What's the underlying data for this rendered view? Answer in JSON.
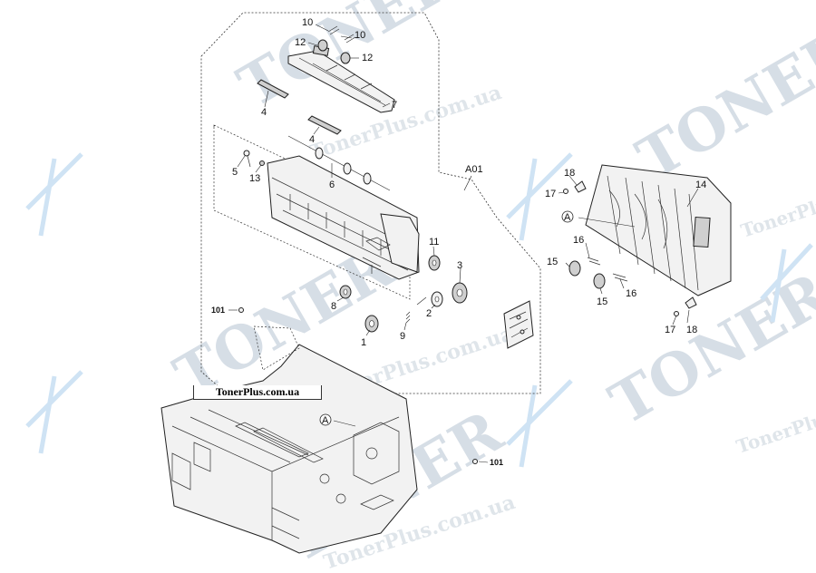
{
  "watermark": {
    "brand_short": "TONER",
    "brand_url": "TonerPlus.com.ua",
    "brand_word": "TonerPlus"
  },
  "caption_box": "TonerPlus.com.ua",
  "assembly_ref": "A01",
  "circle_ref": "A",
  "callouts": {
    "c1": "1",
    "c2": "2",
    "c3": "3",
    "c4a": "4",
    "c4b": "4",
    "c5": "5",
    "c6": "6",
    "c7": "7",
    "c8": "8",
    "c9": "9",
    "c10a": "10",
    "c10b": "10",
    "c11": "11",
    "c12a": "12",
    "c12b": "12",
    "c13": "13",
    "c14": "14",
    "c15a": "15",
    "c15b": "15",
    "c16a": "16",
    "c16b": "16",
    "c17a": "17",
    "c17b": "17",
    "c18a": "18",
    "c18b": "18",
    "c101a": "101",
    "c101b": "101"
  }
}
